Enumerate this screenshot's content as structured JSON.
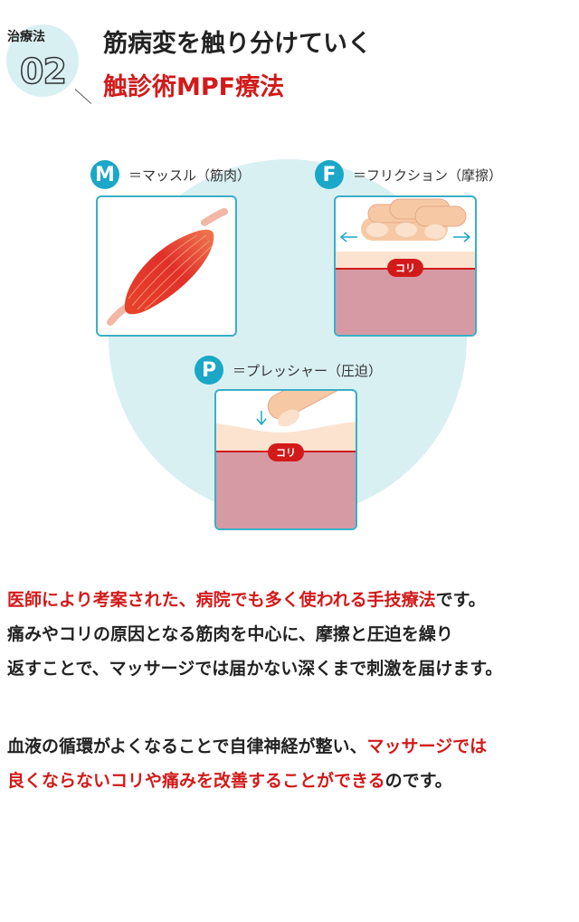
{
  "header": {
    "badge_label": "治療法",
    "badge_number": "02",
    "title": "筋病変を触り分けていく",
    "subtitle": "触診術MPF療法"
  },
  "diagram": {
    "m": {
      "letter": "M",
      "caption": "＝マッスル（筋肉）"
    },
    "f": {
      "letter": "F",
      "caption": "＝フリクション（摩擦）",
      "kori_label": "コリ"
    },
    "p": {
      "letter": "P",
      "caption": "＝プレッシャー（圧迫）",
      "kori_label": "コリ"
    }
  },
  "paragraph1": {
    "highlight": "医師により考案された、病院でも多く使われる手技療法",
    "rest1": "です。",
    "line2": "痛みやコリの原因となる筋肉を中心に、摩擦と圧迫を繰り",
    "line3": "返すことで、マッサージでは届かない深くまで刺激を届けます。"
  },
  "paragraph2": {
    "lead": "血液の循環がよくなることで自律神経が整い、",
    "highlight1": "マッサージでは",
    "highlight2": "良くならないコリや痛みを改善することができる",
    "tail": "のです。"
  },
  "colors": {
    "accent": "#1aa7c8",
    "red": "#d21a1a",
    "circle_bg": "#d9f0f3",
    "skin": "#fbe3cf",
    "muscle": "#d59aa4"
  }
}
